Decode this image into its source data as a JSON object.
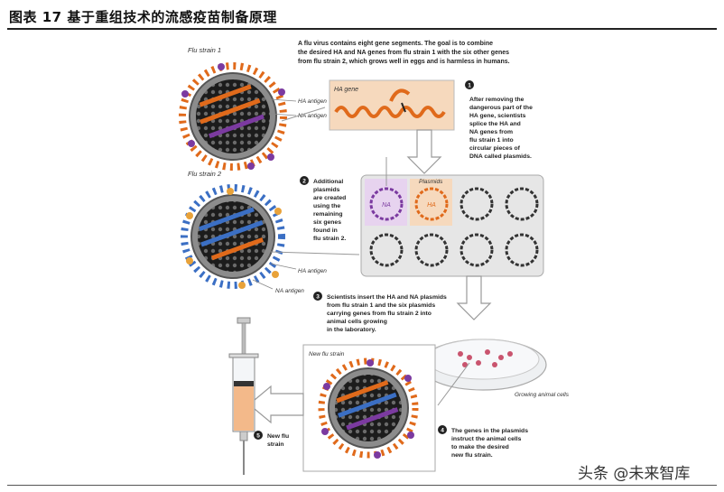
{
  "header": {
    "title": "图表 17 基于重组技术的流感疫苗制备原理"
  },
  "labels": {
    "flu_strain_1": "Flu strain 1",
    "flu_strain_2": "Flu strain 2",
    "ha_antigen": "HA antigen",
    "na_antigen": "NA antigen",
    "ha_antigen_2": "HA antigen",
    "na_antigen_2": "NA antigen",
    "ha_gene": "HA gene",
    "plasmids": "Plasmids",
    "plasmid_na": "NA",
    "plasmid_ha": "HA",
    "new_flu_strain": "New flu strain",
    "growing_cells": "Growing animal cells"
  },
  "intro": [
    "A flu virus contains eight gene segments. The goal is to combine",
    "the desired HA and NA genes from flu strain 1 with the six other genes",
    "from flu strain 2, which grows well in eggs and is harmless in humans."
  ],
  "steps": [
    {
      "num": "1",
      "lines": [
        "After removing the",
        "dangerous part of the",
        "HA gene, scientists",
        "splice the HA and",
        "NA genes from",
        "flu strain 1 into",
        "circular pieces of",
        "DNA called plasmids."
      ]
    },
    {
      "num": "2",
      "lines": [
        "Additional",
        "plasmids",
        "are created",
        "using the",
        "remaining",
        "six genes",
        "found in",
        "flu strain 2."
      ]
    },
    {
      "num": "3",
      "lines": [
        "Scientists insert the HA and NA plasmids",
        "from flu strain 1 and the six plasmids",
        "carrying genes from flu strain 2 into",
        "animal cells growing",
        "in the laboratory."
      ]
    },
    {
      "num": "4",
      "lines": [
        "The genes in the plasmids",
        "instruct the animal cells",
        "to make the desired",
        "new flu strain."
      ]
    },
    {
      "num": "5",
      "lines": [
        "New flu",
        "strain"
      ]
    }
  ],
  "watermark": "头条 @未来智库",
  "colors": {
    "orange": "#e06a1b",
    "purple": "#7b3aa0",
    "blue": "#3b6fc4",
    "panel": "#e6e6e6",
    "tan": "#f6d9bd"
  }
}
